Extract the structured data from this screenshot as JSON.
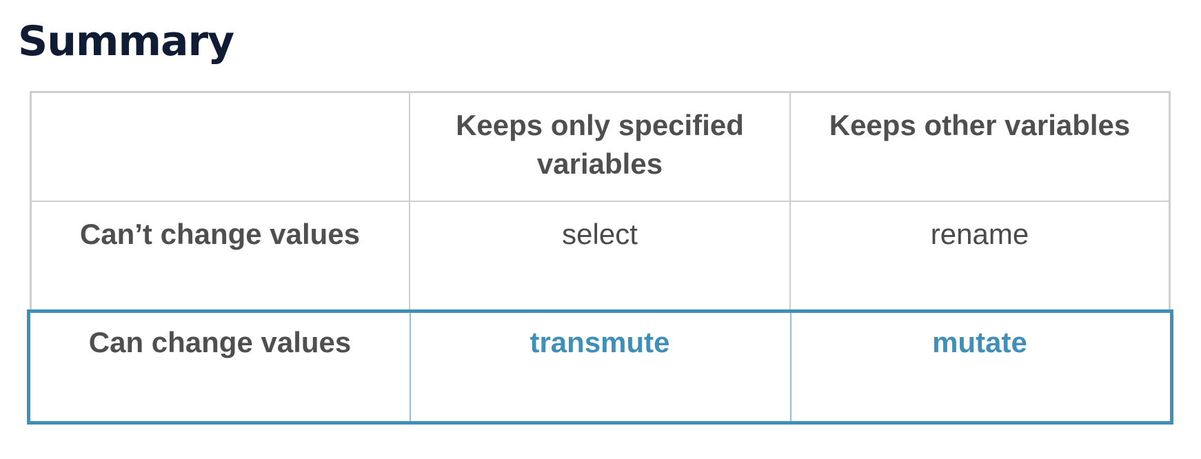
{
  "title": "Summary",
  "table": {
    "columns": [
      "",
      "Keeps only specified variables",
      "Keeps other variables"
    ],
    "rows": [
      {
        "label": "Can’t change values",
        "cells": [
          "select",
          "rename"
        ]
      },
      {
        "label": "Can change values",
        "cells": [
          "transmute",
          "mutate"
        ]
      }
    ]
  },
  "colors": {
    "title": "#0f1c33",
    "text": "#4a4a4a",
    "grid": "#cfcfcf",
    "highlight": "#3f8fb8"
  }
}
